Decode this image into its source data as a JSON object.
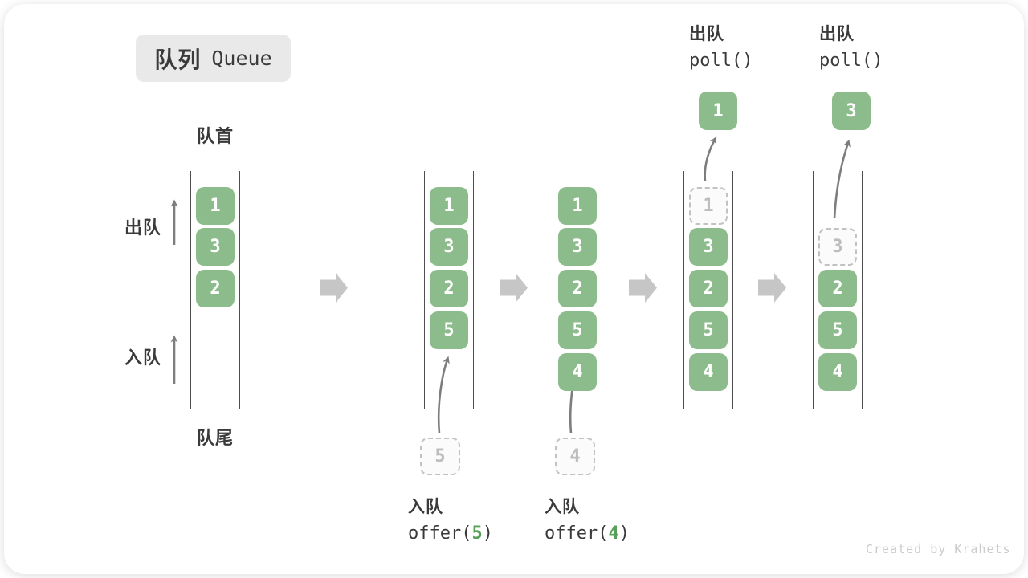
{
  "title": {
    "zh": "队列",
    "en": "Queue"
  },
  "queue_labels": {
    "front": "队首",
    "rear": "队尾",
    "dequeue": "出队",
    "enqueue": "入队"
  },
  "states": [
    {
      "slots": [
        {
          "value": "1",
          "kind": "solid"
        },
        {
          "value": "3",
          "kind": "solid"
        },
        {
          "value": "2",
          "kind": "solid"
        }
      ]
    },
    {
      "slots": [
        {
          "value": "1",
          "kind": "solid"
        },
        {
          "value": "3",
          "kind": "solid"
        },
        {
          "value": "2",
          "kind": "solid"
        },
        {
          "value": "5",
          "kind": "solid"
        }
      ],
      "pending": {
        "value": "5"
      },
      "op": {
        "action": "入队",
        "code_pre": "offer(",
        "arg": "5",
        "code_post": ")"
      }
    },
    {
      "slots": [
        {
          "value": "1",
          "kind": "solid"
        },
        {
          "value": "3",
          "kind": "solid"
        },
        {
          "value": "2",
          "kind": "solid"
        },
        {
          "value": "5",
          "kind": "solid"
        },
        {
          "value": "4",
          "kind": "solid"
        }
      ],
      "pending": {
        "value": "4"
      },
      "op": {
        "action": "入队",
        "code_pre": "offer(",
        "arg": "4",
        "code_post": ")"
      }
    },
    {
      "slots": [
        {
          "value": "1",
          "kind": "dashed"
        },
        {
          "value": "3",
          "kind": "solid"
        },
        {
          "value": "2",
          "kind": "solid"
        },
        {
          "value": "5",
          "kind": "solid"
        },
        {
          "value": "4",
          "kind": "solid"
        }
      ],
      "popped": {
        "value": "1"
      },
      "op": {
        "action": "出队",
        "code": "poll()"
      }
    },
    {
      "slots": [
        {
          "value": "3",
          "kind": "dashed"
        },
        {
          "value": "2",
          "kind": "solid"
        },
        {
          "value": "5",
          "kind": "solid"
        },
        {
          "value": "4",
          "kind": "solid"
        }
      ],
      "popped": {
        "value": "3"
      },
      "op": {
        "action": "出队",
        "code": "poll()"
      }
    }
  ],
  "icons": {
    "transition": "block-arrow-right-icon",
    "direction": "thin-arrow-up-icon",
    "flow": "curved-arrow-icon"
  },
  "colors": {
    "box_green": "#8cbc8c",
    "code_arg_green": "#57a05a",
    "dashed_gray": "#c2c2c2",
    "arrow_gray": "#7d7d7d",
    "block_arrow_gray": "#c6c6c6",
    "title_bg": "#e9e9e9",
    "text_dark": "#3a3a3a"
  },
  "watermark": "Created by Krahets"
}
